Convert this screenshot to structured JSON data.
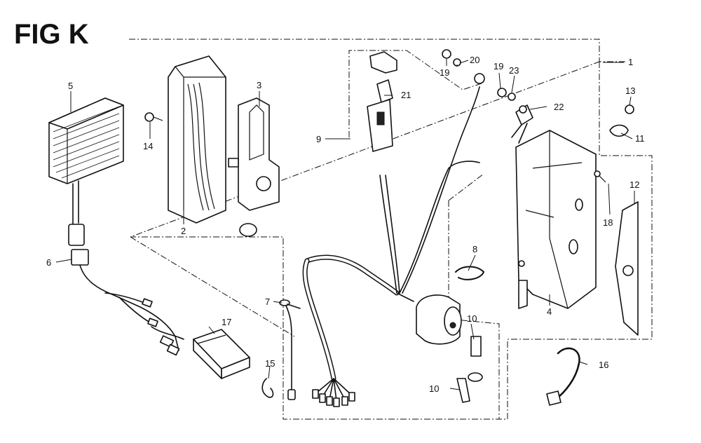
{
  "figure": {
    "title": "FIG K"
  },
  "callouts": [
    {
      "id": "c1",
      "label": "1"
    },
    {
      "id": "c2",
      "label": "2"
    },
    {
      "id": "c3",
      "label": "3"
    },
    {
      "id": "c4",
      "label": "4"
    },
    {
      "id": "c5",
      "label": "5"
    },
    {
      "id": "c6",
      "label": "6"
    },
    {
      "id": "c7",
      "label": "7"
    },
    {
      "id": "c8",
      "label": "8"
    },
    {
      "id": "c9",
      "label": "9"
    },
    {
      "id": "c10a",
      "label": "10"
    },
    {
      "id": "c10b",
      "label": "10"
    },
    {
      "id": "c11",
      "label": "11"
    },
    {
      "id": "c12",
      "label": "12"
    },
    {
      "id": "c13",
      "label": "13"
    },
    {
      "id": "c14",
      "label": "14"
    },
    {
      "id": "c15",
      "label": "15"
    },
    {
      "id": "c16",
      "label": "16"
    },
    {
      "id": "c17",
      "label": "17"
    },
    {
      "id": "c18",
      "label": "18"
    },
    {
      "id": "c19a",
      "label": "19"
    },
    {
      "id": "c19b",
      "label": "19"
    },
    {
      "id": "c20",
      "label": "20"
    },
    {
      "id": "c21",
      "label": "21"
    },
    {
      "id": "c22",
      "label": "22"
    },
    {
      "id": "c23",
      "label": "23"
    }
  ]
}
